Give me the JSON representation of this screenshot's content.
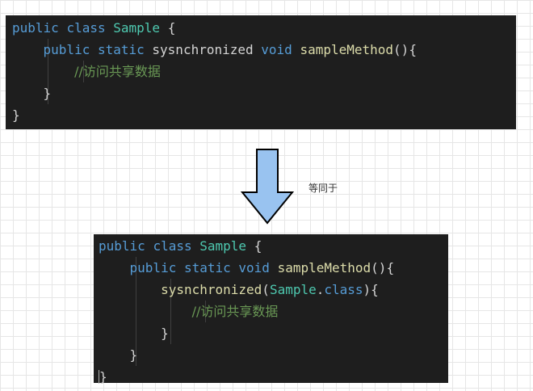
{
  "top_code": {
    "lines": [
      [
        "public",
        "class",
        "Sample",
        "{"
      ],
      [
        "public",
        "static",
        "sysnchronized",
        "void",
        "sampleMethod",
        "(){"
      ],
      [
        "//访问共享数据"
      ],
      [
        "}"
      ],
      [
        "}"
      ]
    ]
  },
  "arrow_label": "等同于",
  "bottom_code": {
    "lines": [
      [
        "public",
        "class",
        "Sample",
        "{"
      ],
      [
        "public",
        "static",
        "void",
        "sampleMethod",
        "(){"
      ],
      [
        "sysnchronized",
        "(",
        "Sample",
        ".",
        "class",
        "){"
      ],
      [
        "//访问共享数据"
      ],
      [
        "}"
      ],
      [
        "}"
      ],
      [
        "}"
      ]
    ]
  },
  "colors": {
    "editor_bg": "#1e1e1e",
    "keyword": "#569cd6",
    "type": "#4ec9b0",
    "function": "#dcdcaa",
    "plain": "#d4d4d4",
    "comment": "#6a9955",
    "arrow_fill": "#99c3f0",
    "arrow_stroke": "#000000"
  }
}
